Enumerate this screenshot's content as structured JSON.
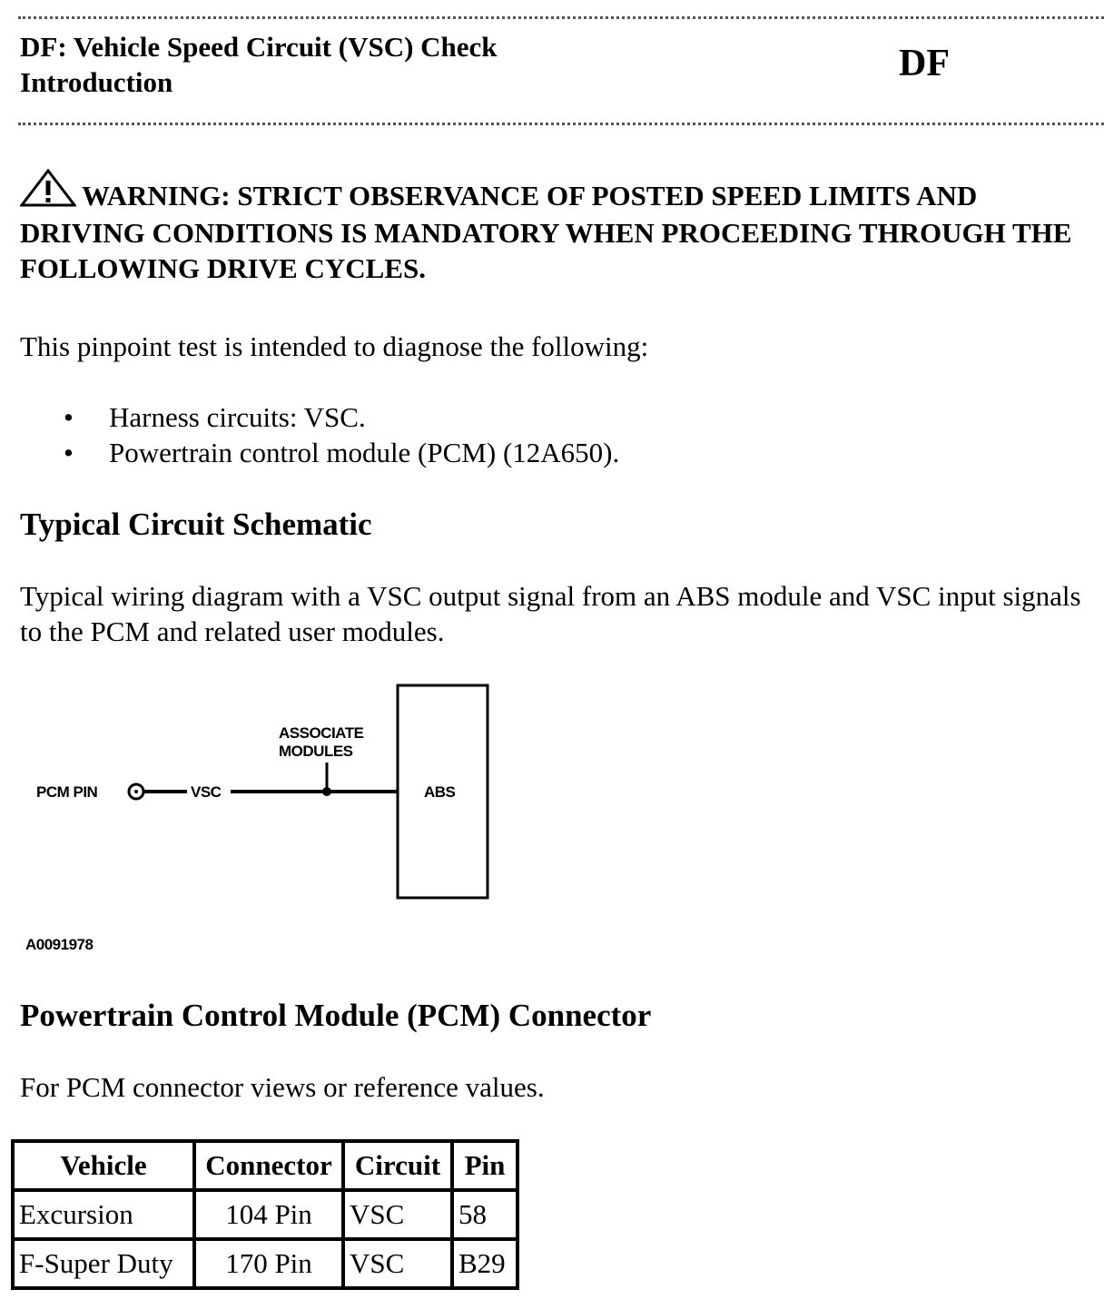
{
  "header": {
    "title_line1": "DF: Vehicle Speed Circuit (VSC) Check",
    "title_line2": "Introduction",
    "code": "DF"
  },
  "warning": {
    "icon": "warning-triangle-icon",
    "text": "WARNING: STRICT OBSERVANCE OF POSTED SPEED LIMITS AND DRIVING CONDITIONS IS MANDATORY WHEN PROCEEDING THROUGH THE FOLLOWING DRIVE CYCLES."
  },
  "intro": {
    "text": "This pinpoint test is intended to diagnose the following:",
    "bullets": [
      "Harness circuits: VSC.",
      "Powertrain control module (PCM) (12A650)."
    ]
  },
  "schematic_section": {
    "heading": "Typical Circuit Schematic",
    "description": "Typical wiring diagram with a VSC output signal from an ABS module and VSC input signals to the PCM and related user modules.",
    "diagram": {
      "pcm_pin_label": "PCM PIN",
      "wire_label": "VSC",
      "branch_label_line1": "ASSOCIATE",
      "branch_label_line2": "MODULES",
      "module_label": "ABS",
      "figure_id": "A0091978"
    }
  },
  "connector_section": {
    "heading": "Powertrain Control Module (PCM) Connector",
    "description": "For PCM connector views or reference values.",
    "table": {
      "headers": [
        "Vehicle",
        "Connector",
        "Circuit",
        "Pin"
      ],
      "rows": [
        [
          "Excursion",
          "104 Pin",
          "VSC",
          "58"
        ],
        [
          "F-Super Duty",
          "170 Pin",
          "VSC",
          "B29"
        ]
      ]
    }
  }
}
